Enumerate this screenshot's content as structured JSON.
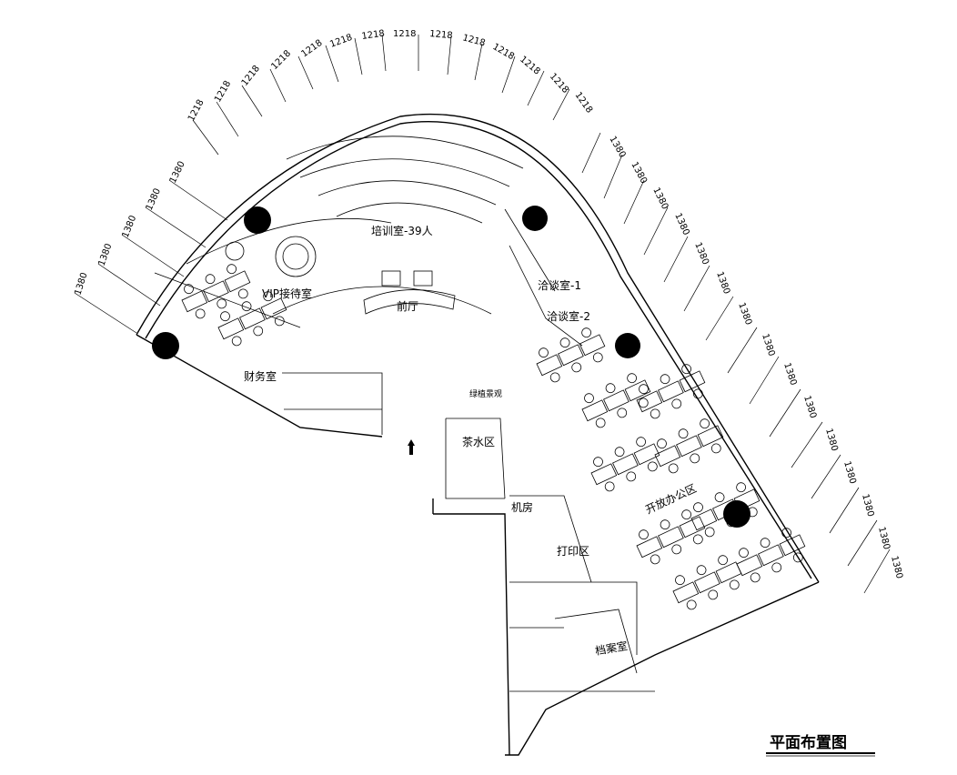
{
  "title": "平面布置图",
  "dimensions_top": [
    "1218",
    "1218",
    "1218",
    "1218",
    "1218",
    "1218",
    "1218",
    "1218",
    "1218",
    "1218",
    "1218",
    "1218",
    "1218",
    "1218"
  ],
  "dimensions_left": [
    "1380",
    "1380",
    "1380",
    "1380",
    "1380"
  ],
  "dimensions_right": [
    "1380",
    "1380",
    "1380",
    "1380",
    "1380",
    "1380",
    "1380",
    "1380",
    "1380",
    "1380",
    "1380",
    "1380",
    "1380",
    "1380",
    "1380"
  ],
  "rooms": {
    "training": "培训室-39人",
    "reception": "前厅",
    "vip": "VIP接待室",
    "finance": "财务室",
    "meeting1": "洽谈室-1",
    "meeting2": "洽谈室-2",
    "landscape": "绿植景观",
    "tea": "茶水区",
    "server": "机房",
    "print": "打印区",
    "archive": "档案室",
    "open_office": "开放办公区"
  }
}
